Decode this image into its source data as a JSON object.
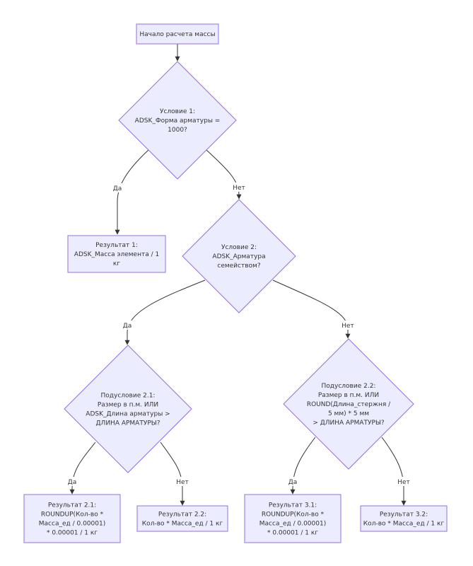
{
  "diagram": {
    "nodes": {
      "start": {
        "shape": "rect",
        "lines": [
          "Начало расчета массы"
        ]
      },
      "cond1": {
        "shape": "diamond",
        "lines": [
          "Условие 1:",
          "ADSK_Форма арматуры =",
          "1000?"
        ]
      },
      "res1": {
        "shape": "rect",
        "lines": [
          "Результат 1:",
          "ADSK_Масса элемента / 1",
          "кг"
        ]
      },
      "cond2": {
        "shape": "diamond",
        "lines": [
          "Условие 2:",
          "ADSK_Арматура",
          "семейством?"
        ]
      },
      "sub21": {
        "shape": "diamond",
        "lines": [
          "Подусловие 2.1:",
          "Размер в п.м. ИЛИ",
          "ADSK_Длина арматуры >",
          "ДЛИНА АРМАТУРЫ?"
        ]
      },
      "sub22": {
        "shape": "diamond",
        "lines": [
          "Подусловие 2.2:",
          "Размер в п.м. ИЛИ",
          "ROUND(Длина_стержня /",
          "5 мм) * 5 мм",
          "> ДЛИНА АРМАТУРЫ?"
        ]
      },
      "res21": {
        "shape": "rect",
        "lines": [
          "Результат 2.1:",
          "ROUNDUP(Кол-во *",
          "Масса_ед / 0.00001)",
          "* 0.00001 / 1 кг"
        ]
      },
      "res22": {
        "shape": "rect",
        "lines": [
          "Результат 2.2:",
          "Кол-во * Масса_ед / 1 кг"
        ]
      },
      "res31": {
        "shape": "rect",
        "lines": [
          "Результат 3.1:",
          "ROUNDUP(Кол-во *",
          "Масса_ед / 0.00001)",
          "* 0.00001 / 1 кг"
        ]
      },
      "res32": {
        "shape": "rect",
        "lines": [
          "Результат 3.2:",
          "Кол-во * Масса_ед / 1 кг"
        ]
      }
    },
    "edges": [
      {
        "id": "start-cond1",
        "from": "start",
        "to": "cond1",
        "label": ""
      },
      {
        "id": "cond1-res1",
        "from": "cond1",
        "to": "res1",
        "label": "Да"
      },
      {
        "id": "cond1-cond2",
        "from": "cond1",
        "to": "cond2",
        "label": "Нет"
      },
      {
        "id": "cond2-sub21",
        "from": "cond2",
        "to": "sub21",
        "label": "Да"
      },
      {
        "id": "cond2-sub22",
        "from": "cond2",
        "to": "sub22",
        "label": "Нет"
      },
      {
        "id": "sub21-res21",
        "from": "sub21",
        "to": "res21",
        "label": "Да"
      },
      {
        "id": "sub21-res22",
        "from": "sub21",
        "to": "res22",
        "label": "Нет"
      },
      {
        "id": "sub22-res31",
        "from": "sub22",
        "to": "res31",
        "label": "Да"
      },
      {
        "id": "sub22-res32",
        "from": "sub22",
        "to": "res32",
        "label": "Нет"
      }
    ]
  },
  "colors": {
    "node_fill": "#ECECFF",
    "node_stroke": "#9370DB",
    "edge": "#333333",
    "text": "#333333"
  }
}
